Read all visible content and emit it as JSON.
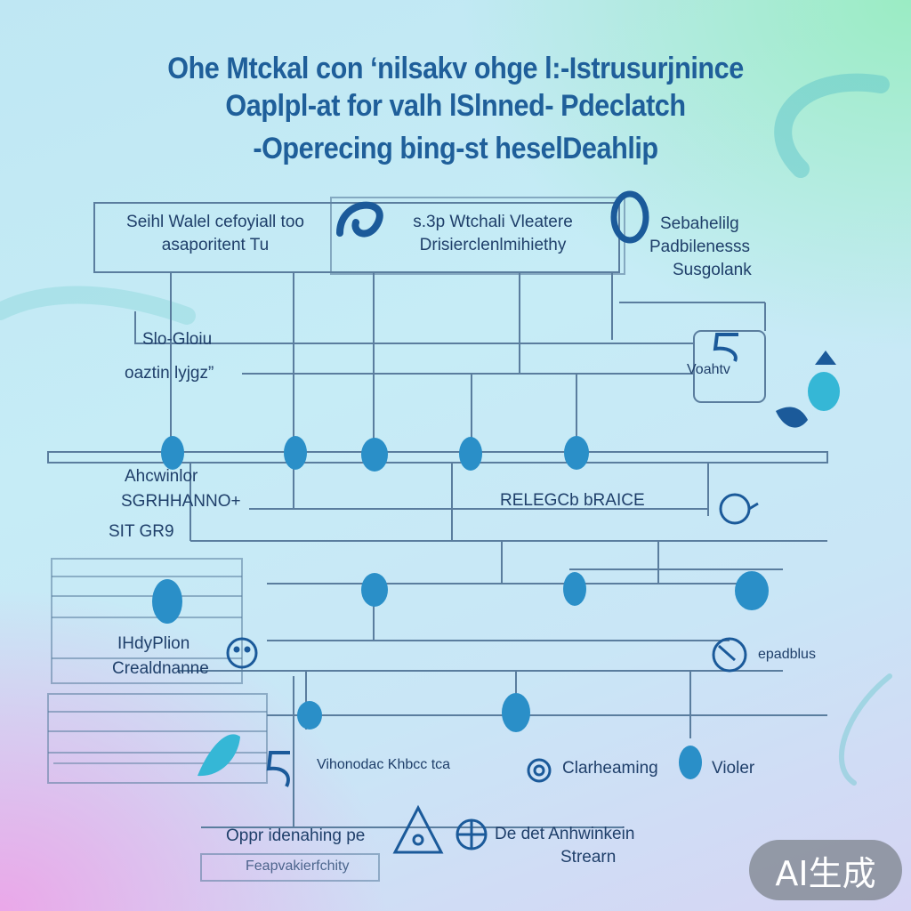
{
  "title": {
    "line1": "Ohe Mtckal con ‘nilsakv ohge l:-Istrusurjnince",
    "line2": "Oaplpl-at for valh lSlnned- Pdeclatch",
    "line3": "-Operecing bing-st heselDeahlip"
  },
  "top_boxes": {
    "left": {
      "line1": "Seihl Walel cefoyiall too",
      "line2": "asaporitent  Tu"
    },
    "middle": {
      "line1": "s.3p Wtchali  Vleatere",
      "line2": "Drisierclenlmihiethy"
    },
    "right": {
      "line1": "Sebahelilg",
      "line2": "Padbilenesss",
      "line3": "Susgolank"
    }
  },
  "side_labels": {
    "slo_gloiu": "Slo-Gloiu",
    "oaztin_lyjgz": "oaztin lyjgz”",
    "voahtv": "Voahtv",
    "ahcwinlor": "Ahcwinlor",
    "sgrhhanno": "SGRHHANNO+",
    "sit_gr9": "SIT GR9",
    "relegcb_braice": "RELEGCb bRAICE",
    "ihdyplion": "IHdyPlion",
    "crealdnanne": "Crealdnanne",
    "epadbluis": "epadblus",
    "vihonodac": "Vihonodac Khbcc tca",
    "clarheaming": "Clarheaming",
    "violer": "Violer",
    "oppr_idenahing": "Oppr idenahing pe",
    "dedet_anhwinkein": "De det  Anhwinkein",
    "stroearn": "Strearn",
    "bottom_faint": "Feapvakierfchity"
  },
  "badge": {
    "text": "AI生成"
  },
  "colors": {
    "line": "#5a7d9e",
    "node": "#2a8fc8",
    "title": "#1f5f9a",
    "icon_dark": "#1b5a9a",
    "icon_teal": "#35b7d6"
  }
}
